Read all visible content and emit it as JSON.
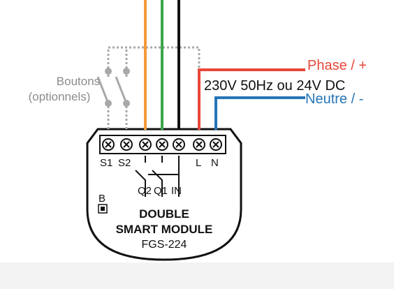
{
  "labels": {
    "buttons_line1": "Boutons",
    "buttons_line2": "(optionnels)",
    "phase": "Phase / +",
    "supply": "230V 50Hz ou 24V DC",
    "neutral": "Neutre / -"
  },
  "module": {
    "terminal_labels": [
      "S1",
      "S2",
      "L",
      "N"
    ],
    "output_labels": [
      "Q2",
      "Q1",
      "IN"
    ],
    "b_button_label": "B",
    "name_line1": "DOUBLE",
    "name_line2": "SMART MODULE",
    "model": "FGS-224"
  },
  "colors": {
    "phase": "#e8473a",
    "neutral": "#2574b8",
    "wire_orange": "#f39a3b",
    "wire_green": "#3aa64a",
    "wire_black": "#111111",
    "wire_dotted": "#a8a8a8",
    "background_band": "#f3f3f3"
  }
}
